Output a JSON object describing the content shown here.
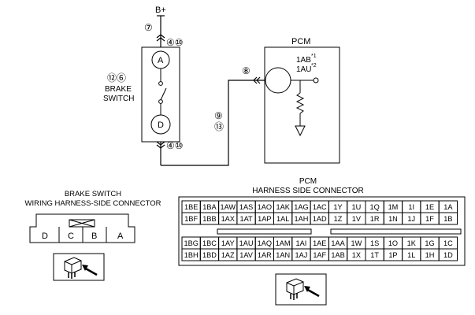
{
  "power": {
    "label": "B+"
  },
  "brake_switch": {
    "ref_label": "⑫⑥",
    "name_line1": "BRAKE",
    "name_line2": "SWITCH",
    "terminal_a": "A",
    "terminal_d": "D",
    "top_in_ref": "⑦",
    "top_out_ref": "④⑩",
    "bottom_out_ref": "④⑩"
  },
  "wire": {
    "ref_line1": "⑨",
    "ref_line2": "⑬",
    "pcm_ref": "⑧"
  },
  "pcm": {
    "label": "PCM",
    "terminal_1": "1AB",
    "terminal_1_note": "*1",
    "terminal_2": "1AU",
    "terminal_2_note": "*2"
  },
  "brake_connector": {
    "title_line1": "BRAKE SWITCH",
    "title_line2": "WIRING HARNESS-SIDE CONNECTOR",
    "pins": [
      "D",
      "C",
      "B",
      "A"
    ]
  },
  "pcm_connector": {
    "title_line1": "PCM",
    "title_line2": "HARNESS SIDE CONNECTOR",
    "upper_rows": [
      [
        "1BE",
        "1BA",
        "1AW",
        "1AS",
        "1AO",
        "1AK",
        "1AG",
        "1AC",
        "1Y",
        "1U",
        "1Q",
        "1M",
        "1I",
        "1E",
        "1A"
      ],
      [
        "1BF",
        "1BB",
        "1AX",
        "1AT",
        "1AP",
        "1AL",
        "1AH",
        "1AD",
        "1Z",
        "1V",
        "1R",
        "1N",
        "1J",
        "1F",
        "1B"
      ]
    ],
    "lower_rows": [
      [
        "1BG",
        "1BC",
        "1AY",
        "1AU",
        "1AQ",
        "1AM",
        "1AI",
        "1AE",
        "1AA",
        "1W",
        "1S",
        "1O",
        "1K",
        "1G",
        "1C"
      ],
      [
        "1BH",
        "1BD",
        "1AZ",
        "1AV",
        "1AR",
        "1AN",
        "1AJ",
        "1AF",
        "1AB",
        "1X",
        "1T",
        "1P",
        "1L",
        "1H",
        "1D"
      ]
    ]
  }
}
